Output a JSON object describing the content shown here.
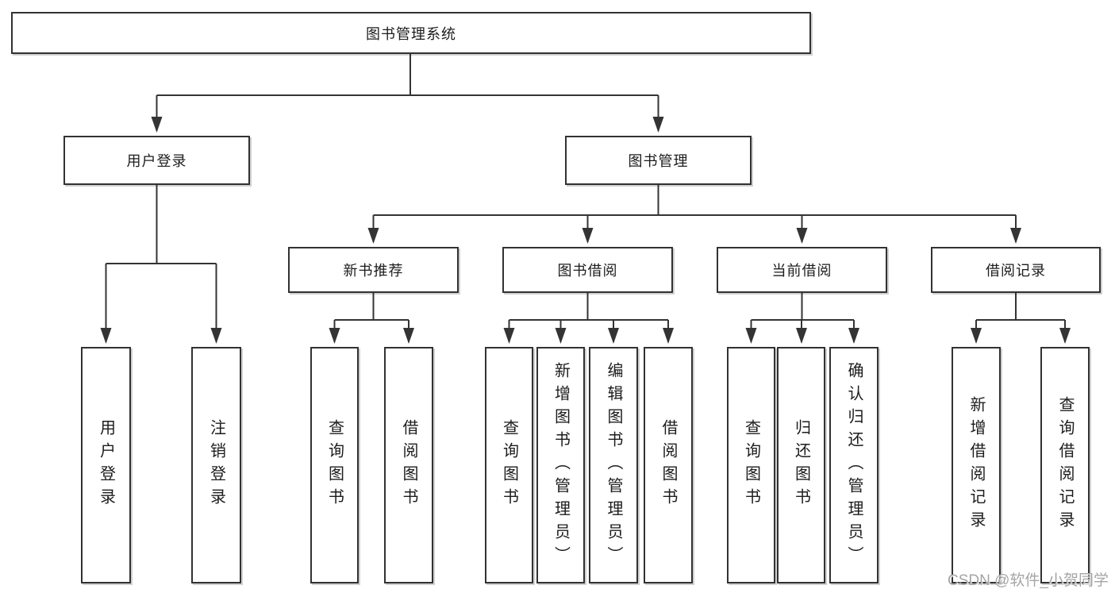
{
  "diagram": {
    "root": {
      "label": "图书管理系统"
    },
    "level2": [
      {
        "label": "用户登录",
        "leaves": [
          {
            "label": "用户登录"
          },
          {
            "label": "注销登录"
          }
        ]
      },
      {
        "label": "图书管理",
        "groups": [
          {
            "label": "新书推荐",
            "leaves": [
              {
                "label": "查询图书"
              },
              {
                "label": "借阅图书"
              }
            ]
          },
          {
            "label": "图书借阅",
            "leaves": [
              {
                "label": "查询图书"
              },
              {
                "label": "新增图书（管理员）"
              },
              {
                "label": "编辑图书（管理员）"
              },
              {
                "label": "借阅图书"
              }
            ]
          },
          {
            "label": "当前借阅",
            "leaves": [
              {
                "label": "查询图书"
              },
              {
                "label": "归还图书"
              },
              {
                "label": "确认归还（管理员）"
              }
            ]
          },
          {
            "label": "借阅记录",
            "leaves": [
              {
                "label": "新增借阅记录"
              },
              {
                "label": "查询借阅记录"
              }
            ]
          }
        ]
      }
    ]
  },
  "watermark": {
    "text": "CSDN @软件_小贺同学"
  },
  "colors": {
    "line": "#343434",
    "border": "#323232",
    "text": "#1c1c1e",
    "watermark": "#a5a5a5",
    "background": "#ffffff"
  }
}
